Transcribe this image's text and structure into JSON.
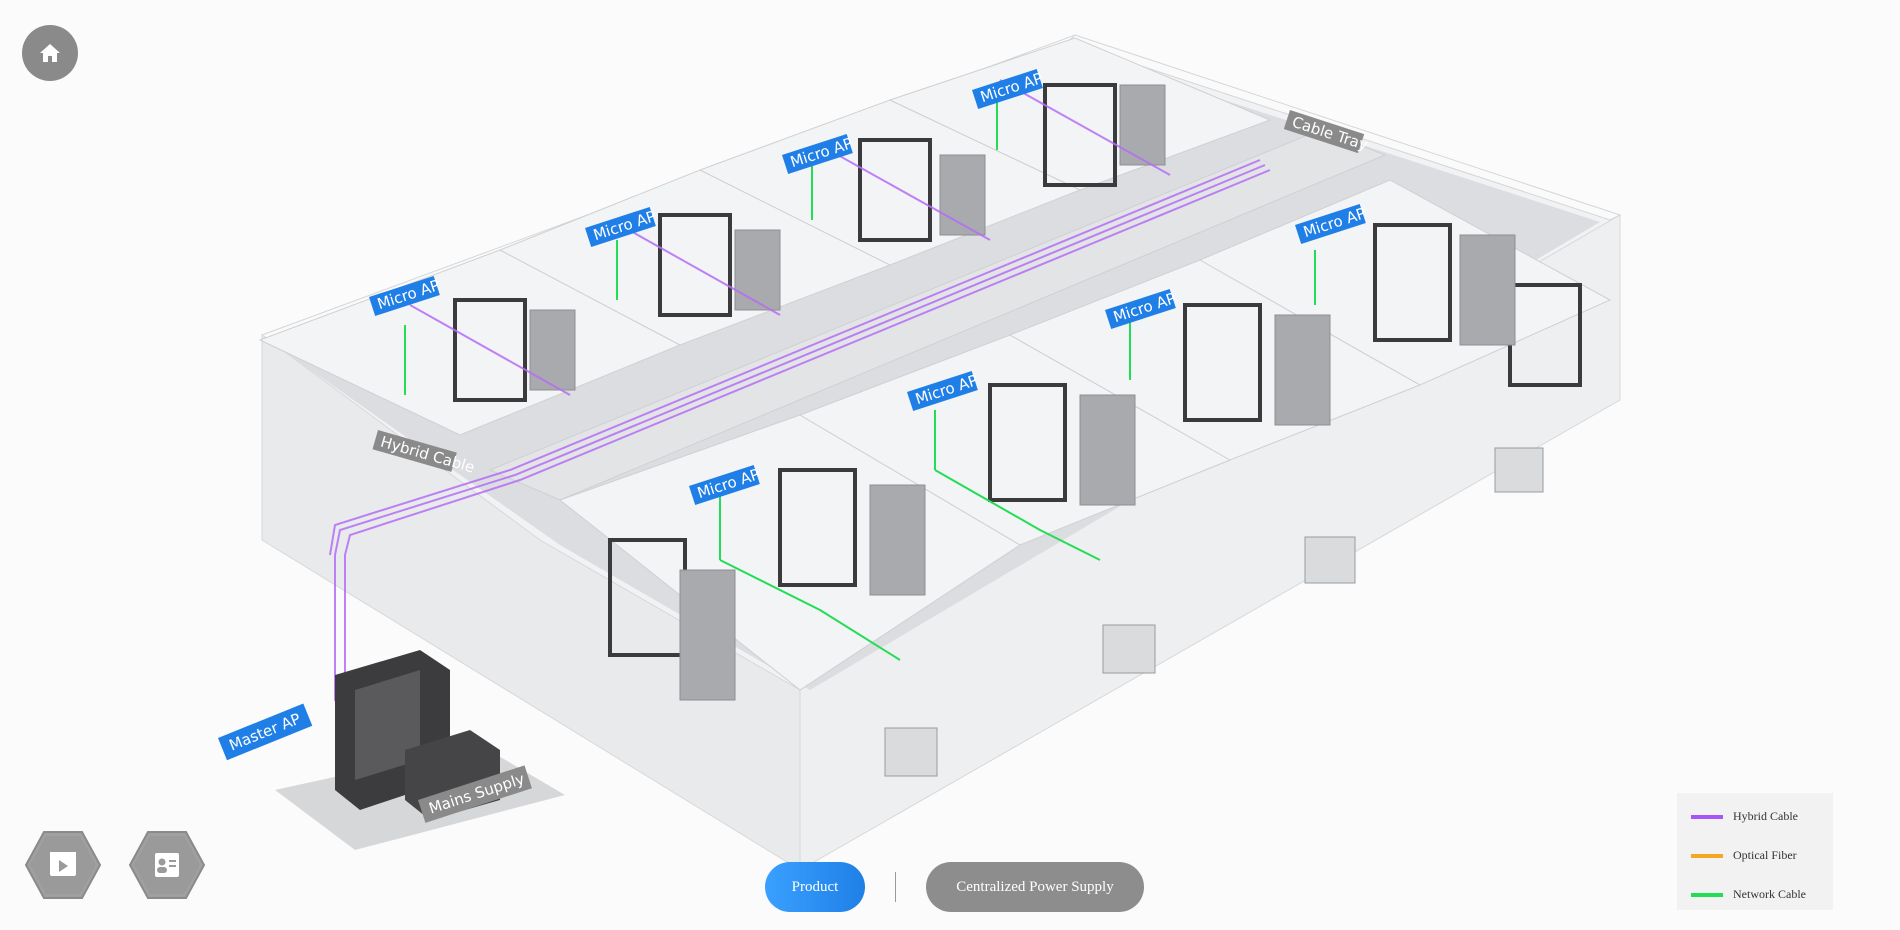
{
  "labels": {
    "micro_ap": "Micro AP",
    "master_ap": "Master AP",
    "mains_supply": "Mains Supply",
    "cable_tray": "Cable Tray",
    "hybrid_cable": "Hybrid Cable"
  },
  "nav": {
    "product": "Product",
    "centralized_power": "Centralized Power Supply"
  },
  "legend": {
    "items": [
      {
        "label": "Hybrid Cable",
        "color": "#a855f7"
      },
      {
        "label": "Optical Fiber",
        "color": "#f5a623"
      },
      {
        "label": "Network Cable",
        "color": "#22dd55"
      }
    ]
  },
  "icons": {
    "home": "home-icon",
    "video": "video-play-icon",
    "contact": "contact-card-icon"
  },
  "colors": {
    "accent_blue": "#1f7fe6",
    "hybrid": "#a855f7",
    "network": "#22dd55",
    "label_grey": "#8a8a8a"
  }
}
